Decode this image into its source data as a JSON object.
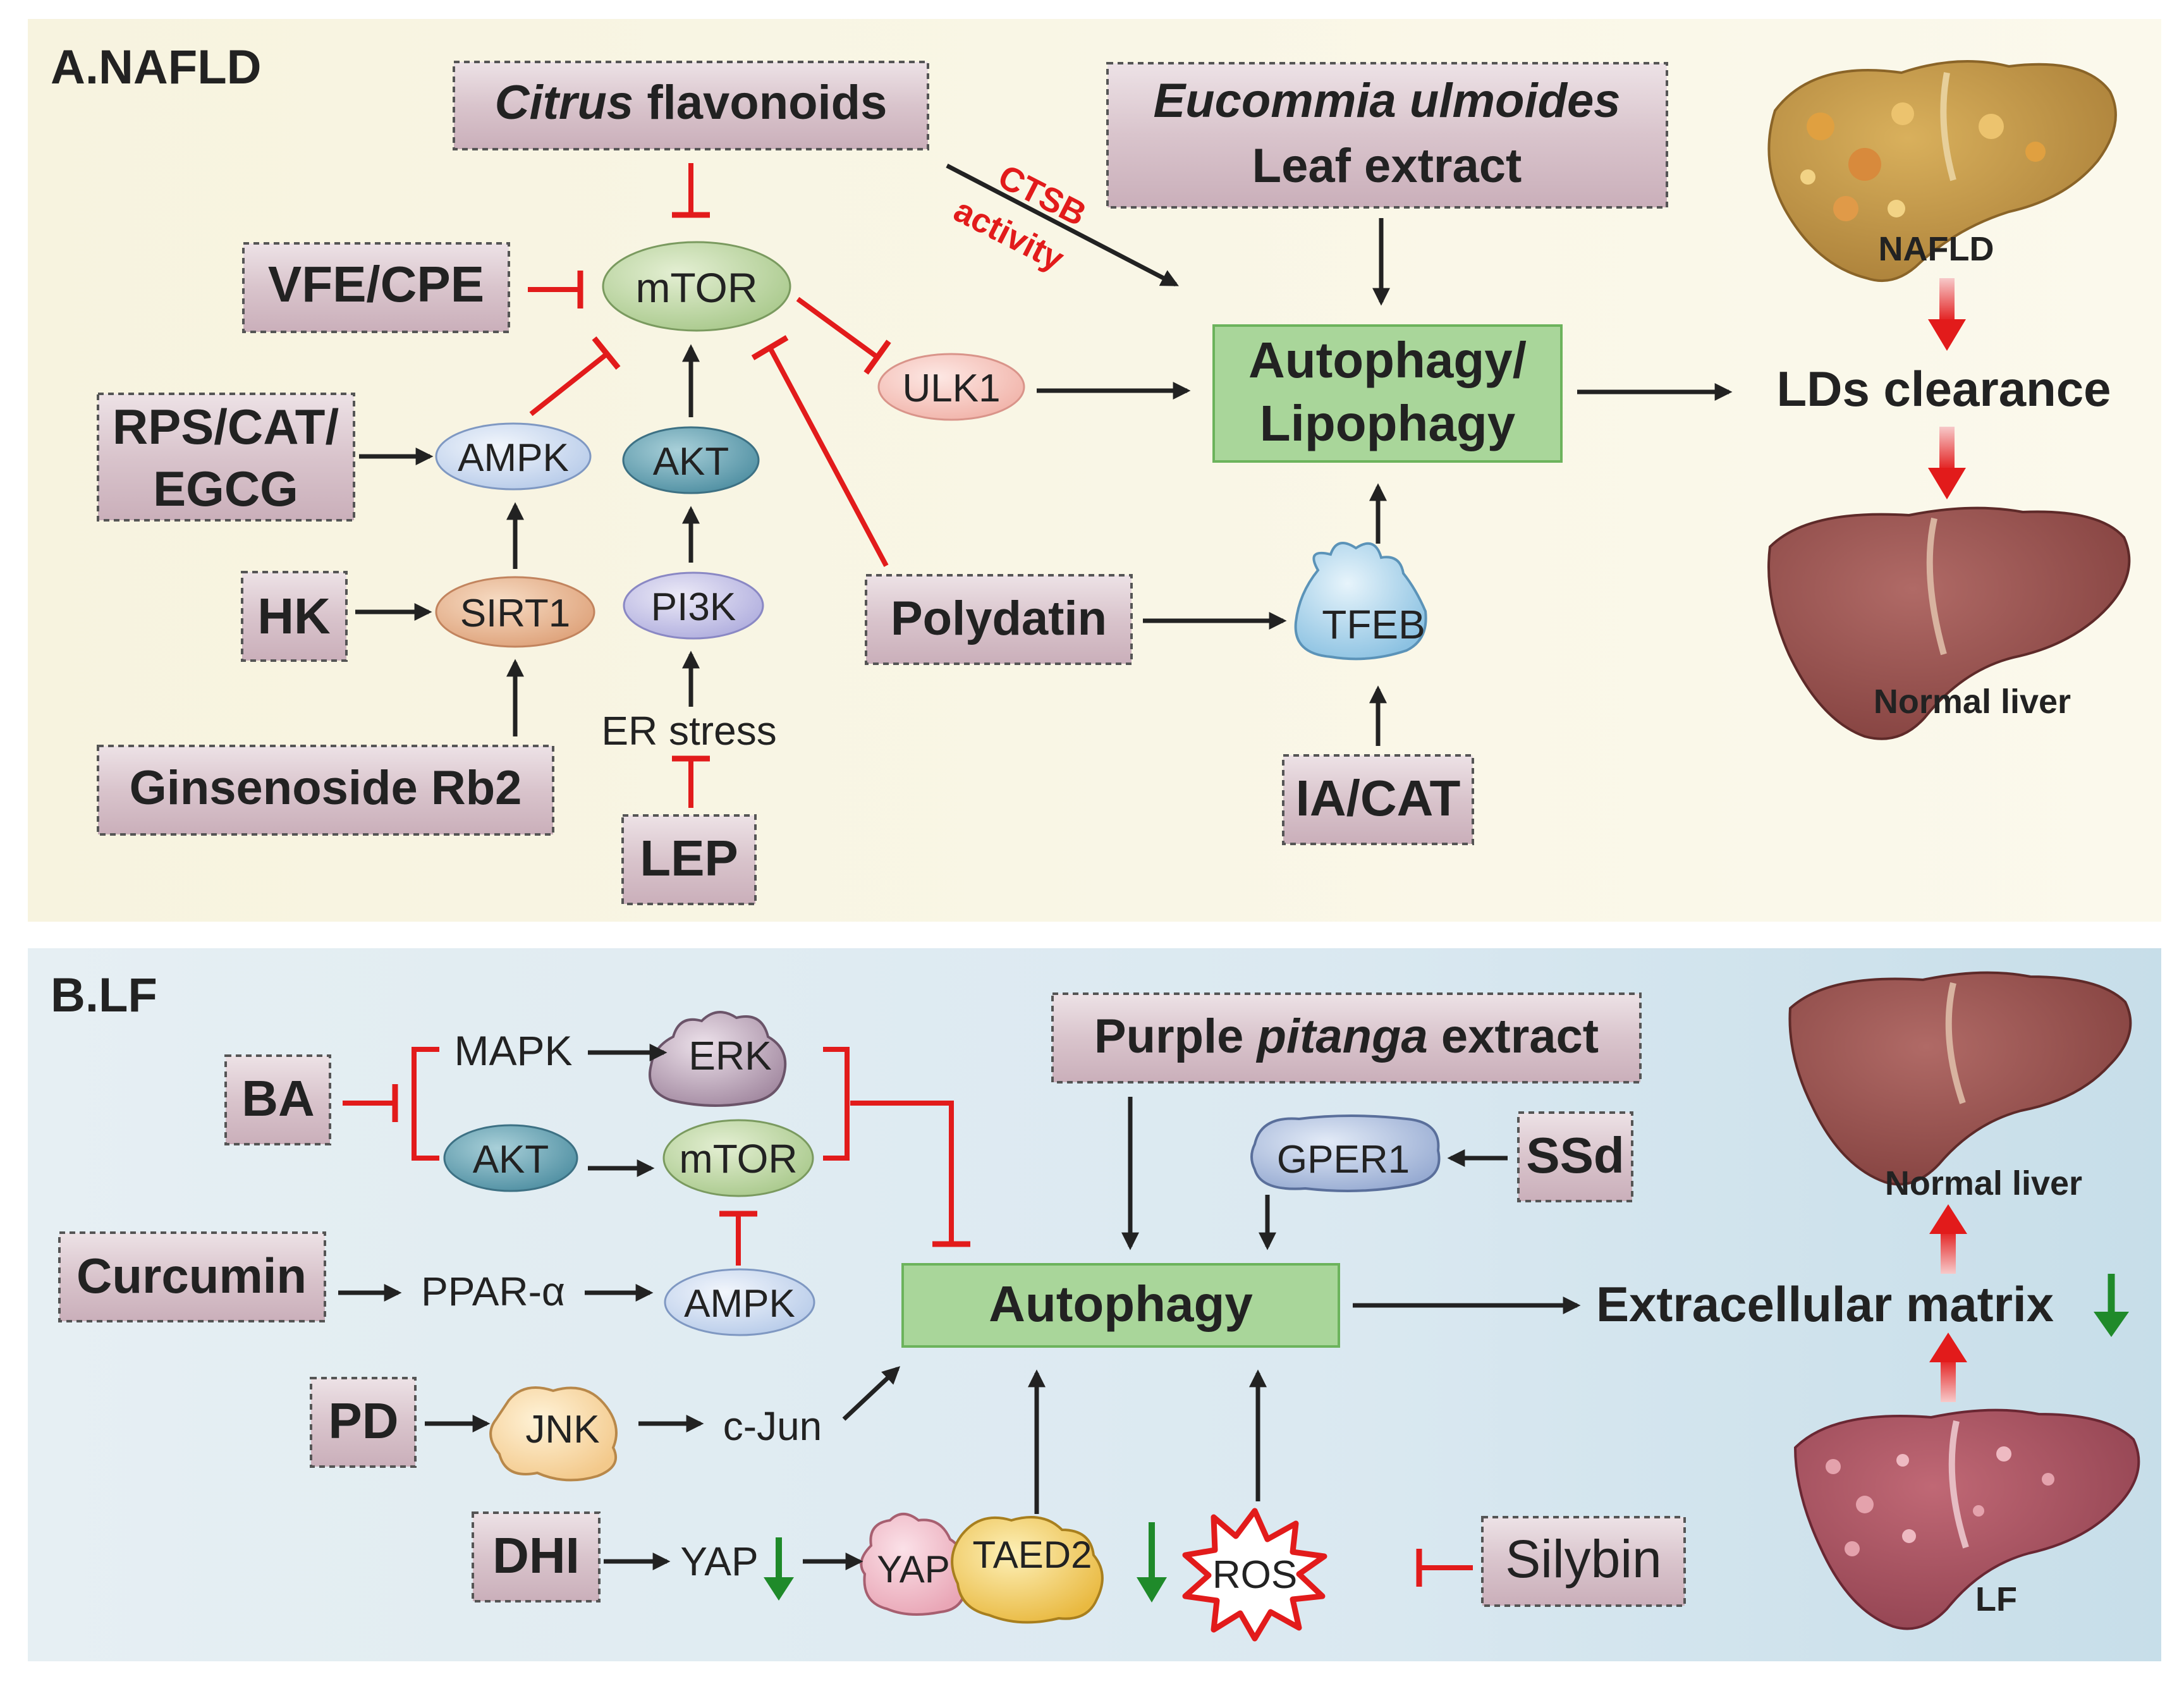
{
  "panels": {
    "a_label": "A.NAFLD",
    "b_label": "B.LF"
  },
  "panel_a": {
    "citrus_italic": "Citrus",
    "citrus_rest": " flavonoids",
    "eucommia_italic": "Eucommia ulmoides",
    "eucommia_line2": "Leaf extract",
    "vfe_cpe": "VFE/CPE",
    "rps_line1": "RPS/CAT/",
    "rps_line2": "EGCG",
    "hk": "HK",
    "ginsenoside": "Ginsenoside Rb2",
    "lep": "LEP",
    "polydatin": "Polydatin",
    "ia_cat": "IA/CAT",
    "mtor": "mTOR",
    "ampk": "AMPK",
    "akt": "AKT",
    "sirt1": "SIRT1",
    "pi3k": "PI3K",
    "ulk1": "ULK1",
    "tfeb": "TFEB",
    "er_stress": "ER stress",
    "ctsb_line1": "CTSB",
    "ctsb_line2": "activity",
    "autophagy_line1": "Autophagy/",
    "autophagy_line2": "Lipophagy",
    "lds_clearance": "LDs clearance",
    "nafld_label": "NAFLD",
    "normal_liver_label": "Normal liver"
  },
  "panel_b": {
    "ba": "BA",
    "mapk": "MAPK",
    "erk": "ERK",
    "akt": "AKT",
    "mtor": "mTOR",
    "curcumin": "Curcumin",
    "ppar": "PPAR-α",
    "ampk": "AMPK",
    "pd": "PD",
    "jnk": "JNK",
    "cjun": "c-Jun",
    "dhi": "DHI",
    "yap": "YAP",
    "yap_complex": "YAP",
    "taed2": "TAED2",
    "purple_pre": "Purple ",
    "purple_italic": "pitanga",
    "purple_post": " extract",
    "gper1": "GPER1",
    "ssd": "SSd",
    "autophagy": "Autophagy",
    "ros": "ROS",
    "silybin": "Silybin",
    "ecm": "Extracellular matrix",
    "normal_liver_label": "Normal liver",
    "lf_label": "LF"
  },
  "colors": {
    "panel_a_bg": "#fbf8e8",
    "panel_b_bg": "#d9e9f1",
    "inhibit_red": "#e21b1b",
    "down_green": "#1f8a2a",
    "autophagy_box": "#a9d69a",
    "drug_box": "#d8c3cb"
  }
}
